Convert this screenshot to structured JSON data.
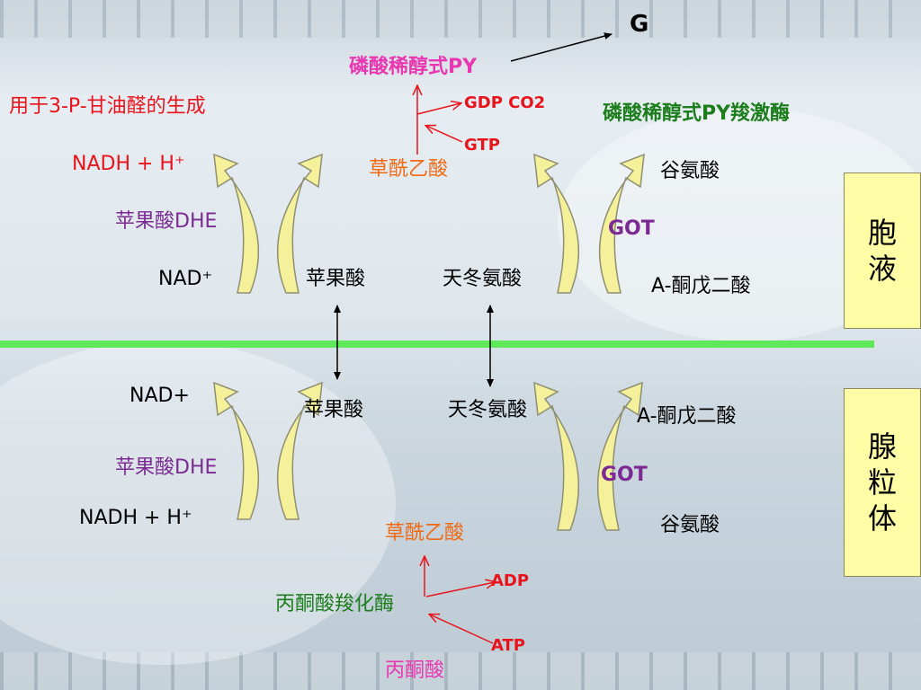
{
  "colors": {
    "red": "#e8131b",
    "orange": "#f06a14",
    "magenta": "#e837b0",
    "purple": "#7a2a92",
    "green": "#1b7d1b",
    "navy": "#24127a",
    "divider": "#5ee85a",
    "box": "#fffca6",
    "arrow_fill": "#f5f09a",
    "arrow_stroke": "#8f8f73"
  },
  "top": {
    "g": "G",
    "pep": "磷酸稀醇式PY",
    "for_3p": "用于3-P-甘油醛的生成",
    "gdp_co2": "GDP CO2",
    "pepck": "磷酸稀醇式PY羧激酶",
    "gtp": "GTP",
    "nadh": "NADH + H⁺",
    "oaa": "草酰乙酸",
    "glu": "谷氨酸",
    "mdh": "苹果酸DHE",
    "got": "GOT",
    "nad": "NAD⁺",
    "malate": "苹果酸",
    "asp": "天冬氨酸",
    "akg": "A-酮戊二酸",
    "box": [
      "胞",
      "液"
    ]
  },
  "bottom": {
    "nad": "NAD+",
    "malate": "苹果酸",
    "asp": "天冬氨酸",
    "akg": "A-酮戊二酸",
    "mdh": "苹果酸DHE",
    "got": "GOT",
    "nadh": "NADH + H⁺",
    "oaa": "草酰乙酸",
    "glu": "谷氨酸",
    "adp": "ADP",
    "pc": "丙酮酸羧化酶",
    "atp": "ATP",
    "pyruvate": "丙酮酸",
    "box": [
      "腺",
      "粒",
      "体"
    ]
  }
}
